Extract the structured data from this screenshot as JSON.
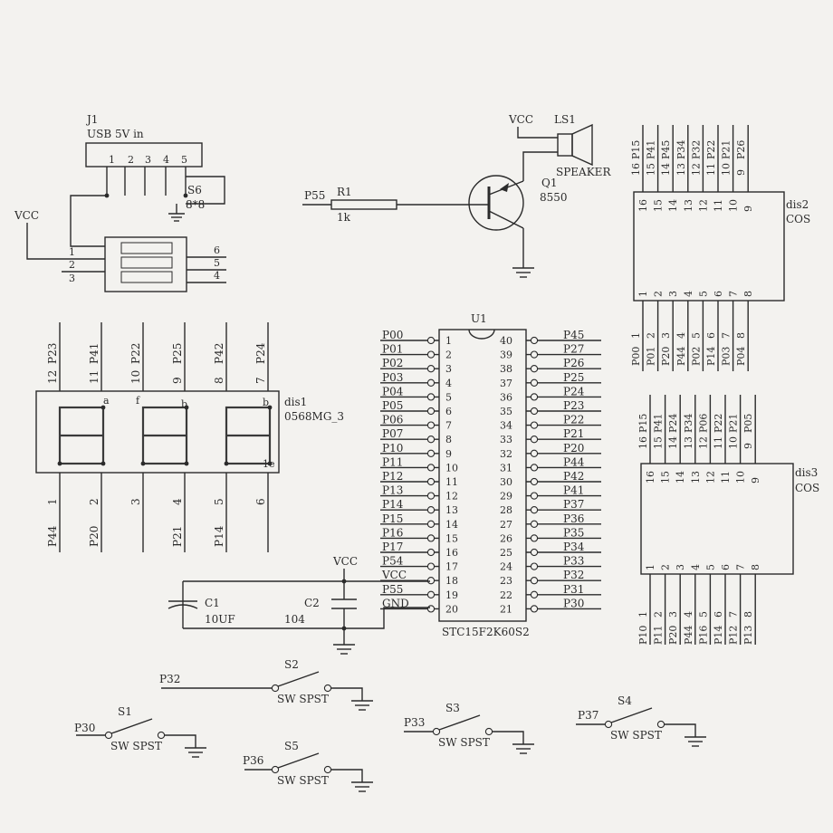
{
  "vcc": "VCC",
  "usb": {
    "ref": "J1",
    "value": "USB 5V in",
    "pins": [
      "1",
      "2",
      "3",
      "4",
      "5"
    ]
  },
  "switch6": {
    "ref": "S6",
    "value": "8*8",
    "left_pins": [
      "1",
      "2",
      "3"
    ],
    "right_pins": [
      "6",
      "5",
      "4"
    ]
  },
  "speaker": {
    "ref": "LS1",
    "value": "SPEAKER"
  },
  "transistor": {
    "ref": "Q1",
    "value": "8550"
  },
  "resistor": {
    "ref": "R1",
    "value": "1k",
    "net": "P55"
  },
  "mcu": {
    "ref": "U1",
    "value": "STC15F2K60S2",
    "left": [
      {
        "num": "1",
        "net": "P00"
      },
      {
        "num": "2",
        "net": "P01"
      },
      {
        "num": "3",
        "net": "P02"
      },
      {
        "num": "4",
        "net": "P03"
      },
      {
        "num": "5",
        "net": "P04"
      },
      {
        "num": "6",
        "net": "P05"
      },
      {
        "num": "7",
        "net": "P06"
      },
      {
        "num": "8",
        "net": "P07"
      },
      {
        "num": "9",
        "net": "P10"
      },
      {
        "num": "10",
        "net": "P11"
      },
      {
        "num": "11",
        "net": "P12"
      },
      {
        "num": "12",
        "net": "P13"
      },
      {
        "num": "13",
        "net": "P14"
      },
      {
        "num": "14",
        "net": "P15"
      },
      {
        "num": "15",
        "net": "P16"
      },
      {
        "num": "16",
        "net": "P17"
      },
      {
        "num": "17",
        "net": "P54"
      },
      {
        "num": "18",
        "net": "VCC"
      },
      {
        "num": "19",
        "net": "P55"
      },
      {
        "num": "20",
        "net": "GND"
      }
    ],
    "right": [
      {
        "num": "40",
        "net": "P45"
      },
      {
        "num": "39",
        "net": "P27"
      },
      {
        "num": "38",
        "net": "P26"
      },
      {
        "num": "37",
        "net": "P25"
      },
      {
        "num": "36",
        "net": "P24"
      },
      {
        "num": "35",
        "net": "P23"
      },
      {
        "num": "34",
        "net": "P22"
      },
      {
        "num": "33",
        "net": "P21"
      },
      {
        "num": "32",
        "net": "P20"
      },
      {
        "num": "31",
        "net": "P44"
      },
      {
        "num": "30",
        "net": "P42"
      },
      {
        "num": "29",
        "net": "P41"
      },
      {
        "num": "28",
        "net": "P37"
      },
      {
        "num": "27",
        "net": "P36"
      },
      {
        "num": "26",
        "net": "P35"
      },
      {
        "num": "25",
        "net": "P34"
      },
      {
        "num": "24",
        "net": "P33"
      },
      {
        "num": "23",
        "net": "P32"
      },
      {
        "num": "22",
        "net": "P31"
      },
      {
        "num": "21",
        "net": "P30"
      }
    ]
  },
  "caps": [
    {
      "ref": "C1",
      "value": "10UF"
    },
    {
      "ref": "C2",
      "value": "104"
    }
  ],
  "seg_display": {
    "ref": "dis1",
    "value": "0568MG_3",
    "top": [
      {
        "num": "12",
        "net": "P23"
      },
      {
        "num": "11",
        "net": "P41"
      },
      {
        "num": "10",
        "net": "P22"
      },
      {
        "num": "9",
        "net": "P25"
      },
      {
        "num": "8",
        "net": "P42"
      },
      {
        "num": "7",
        "net": "P24"
      }
    ],
    "bottom": [
      {
        "num": "1",
        "net": "P44"
      },
      {
        "num": "2",
        "net": "P20"
      },
      {
        "num": "3",
        "net": ""
      },
      {
        "num": "4",
        "net": "P21"
      },
      {
        "num": "5",
        "net": "P14"
      },
      {
        "num": "6",
        "net": ""
      }
    ],
    "corner_labels": [
      "a",
      "f",
      "b",
      "b",
      "1e"
    ]
  },
  "matrix1": {
    "ref": "dis2",
    "value": "COS",
    "top": [
      {
        "num": "16",
        "net": "P15"
      },
      {
        "num": "15",
        "net": "P41"
      },
      {
        "num": "14",
        "net": "P45"
      },
      {
        "num": "13",
        "net": "P34"
      },
      {
        "num": "12",
        "net": "P32"
      },
      {
        "num": "11",
        "net": "P22"
      },
      {
        "num": "10",
        "net": "P21"
      },
      {
        "num": "9",
        "net": "P26"
      }
    ],
    "bottom": [
      {
        "num": "1",
        "net": "P00"
      },
      {
        "num": "2",
        "net": "P01"
      },
      {
        "num": "3",
        "net": "P20"
      },
      {
        "num": "4",
        "net": "P44"
      },
      {
        "num": "5",
        "net": "P02"
      },
      {
        "num": "6",
        "net": "P14"
      },
      {
        "num": "7",
        "net": "P03"
      },
      {
        "num": "8",
        "net": "P04"
      }
    ]
  },
  "matrix2": {
    "ref": "dis3",
    "value": "COS",
    "top": [
      {
        "num": "16",
        "net": "P15"
      },
      {
        "num": "15",
        "net": "P41"
      },
      {
        "num": "14",
        "net": "P24"
      },
      {
        "num": "13",
        "net": "P34"
      },
      {
        "num": "12",
        "net": "P06"
      },
      {
        "num": "11",
        "net": "P22"
      },
      {
        "num": "10",
        "net": "P21"
      },
      {
        "num": "9",
        "net": "P05"
      }
    ],
    "bottom": [
      {
        "num": "1",
        "net": "P10"
      },
      {
        "num": "2",
        "net": "P11"
      },
      {
        "num": "3",
        "net": "P20"
      },
      {
        "num": "4",
        "net": "P44"
      },
      {
        "num": "5",
        "net": "P16"
      },
      {
        "num": "6",
        "net": "P14"
      },
      {
        "num": "7",
        "net": "P12"
      },
      {
        "num": "8",
        "net": "P13"
      }
    ]
  },
  "buttons": [
    {
      "ref": "S1",
      "net": "P30",
      "value": "SW SPST"
    },
    {
      "ref": "S2",
      "net": "P32",
      "value": "SW SPST"
    },
    {
      "ref": "S3",
      "net": "P33",
      "value": "SW SPST"
    },
    {
      "ref": "S4",
      "net": "P37",
      "value": "SW SPST"
    },
    {
      "ref": "S5",
      "net": "P36",
      "value": "SW SPST"
    }
  ]
}
